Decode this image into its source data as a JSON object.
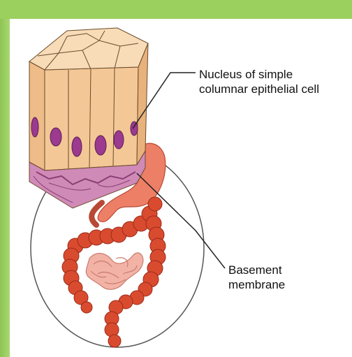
{
  "labels": {
    "nucleus_line1": "Nucleus of simple",
    "nucleus_line2": "columnar epithelial cell",
    "basement_line1": "Basement",
    "basement_line2": "membrane"
  },
  "colors": {
    "frame": "#9bcf5e",
    "cell_fill": "#f3c896",
    "cell_top": "#f7dcb7",
    "nucleus": "#9b3a8e",
    "basement": "#b8609a",
    "intestine": "#d94b2f",
    "small_intestine": "#f2b3a6",
    "stomach": "#ec7f66"
  }
}
